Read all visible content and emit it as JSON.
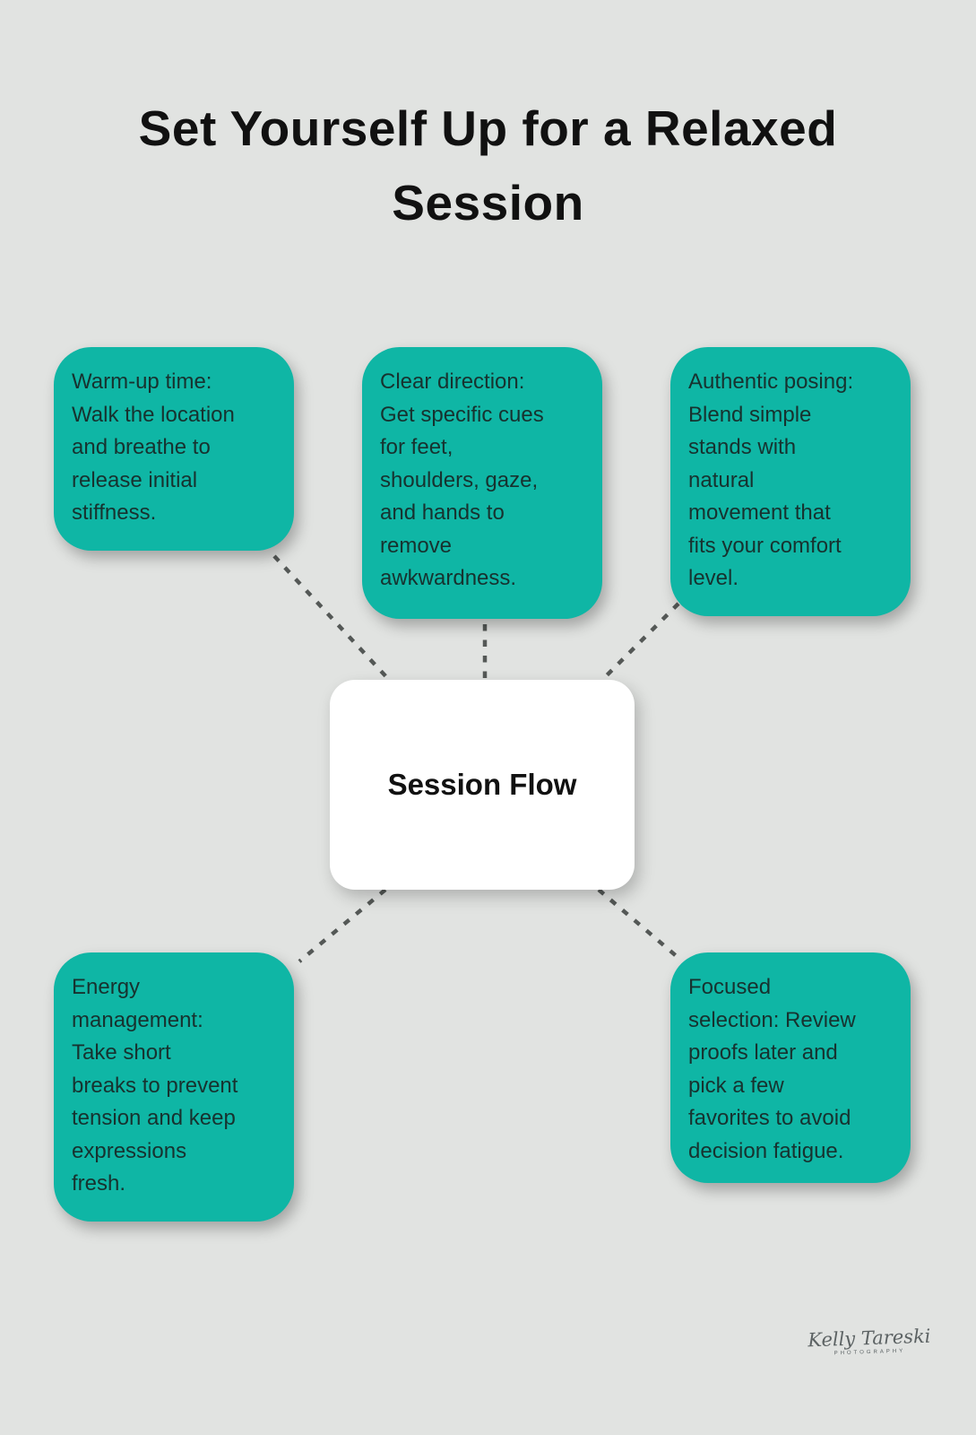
{
  "title": "Set Yourself Up for a Relaxed Session",
  "center": {
    "label": "Session Flow"
  },
  "nodes": [
    {
      "id": "warm-up-time",
      "text": "Warm-up time:\nWalk the location\nand breathe to\nrelease initial\nstiffness."
    },
    {
      "id": "clear-direction",
      "text": "Clear direction:\nGet specific cues\nfor feet,\nshoulders, gaze,\nand hands to\nremove\nawkwardness."
    },
    {
      "id": "authentic-posing",
      "text": "Authentic posing:\nBlend simple\nstands with\nnatural\nmovement that\nfits your comfort\nlevel."
    },
    {
      "id": "energy-management",
      "text": "Energy\nmanagement:\nTake short\nbreaks to prevent\ntension and keep\nexpressions\nfresh."
    },
    {
      "id": "focused-selection",
      "text": "Focused\nselection: Review\nproofs later and\npick a few\nfavorites to avoid\ndecision fatigue."
    }
  ],
  "signature": {
    "name": "Kelly Tareski",
    "subtitle": "PHOTOGRAPHY"
  },
  "colors": {
    "background": "#e1e3e1",
    "node_fill": "#0fb6a5",
    "node_text": "#17322f",
    "title_text": "#111111",
    "connector": "#545856",
    "center_fill": "#ffffff",
    "center_text": "#111111"
  }
}
